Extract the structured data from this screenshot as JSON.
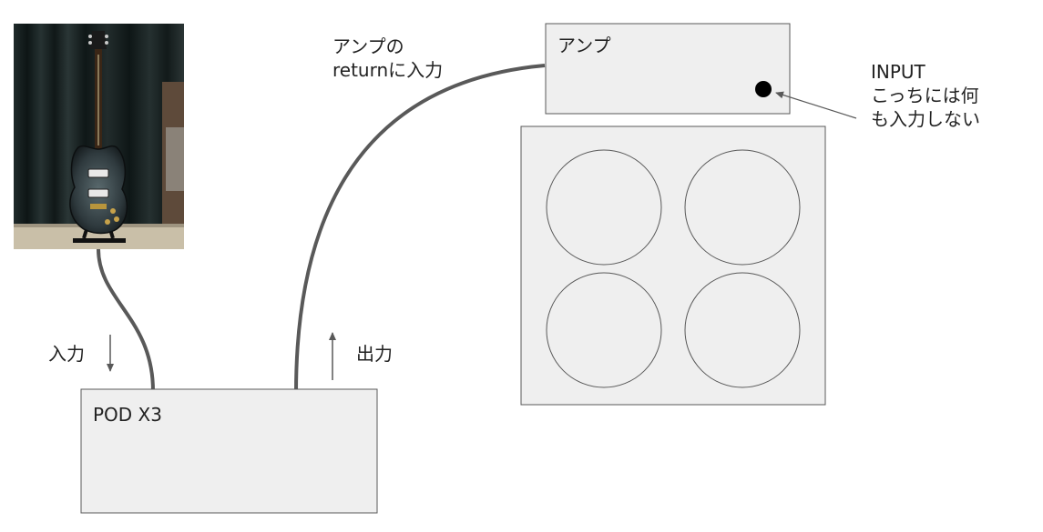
{
  "diagram": {
    "amp_box": {
      "label": "アンプ"
    },
    "pod_box": {
      "label": "POD X3"
    },
    "amp_return_note": {
      "line1": "アンプの",
      "line2": "returnに入力"
    },
    "input_note": {
      "line1": "INPUT",
      "line2": "こっちには何",
      "line3": "も入力しない"
    },
    "input_arrow_label": "入力",
    "output_arrow_label": "出力",
    "colors": {
      "box_fill": "#efefef",
      "box_stroke": "#595959",
      "cable": "#595959",
      "jack": "#000000"
    }
  }
}
